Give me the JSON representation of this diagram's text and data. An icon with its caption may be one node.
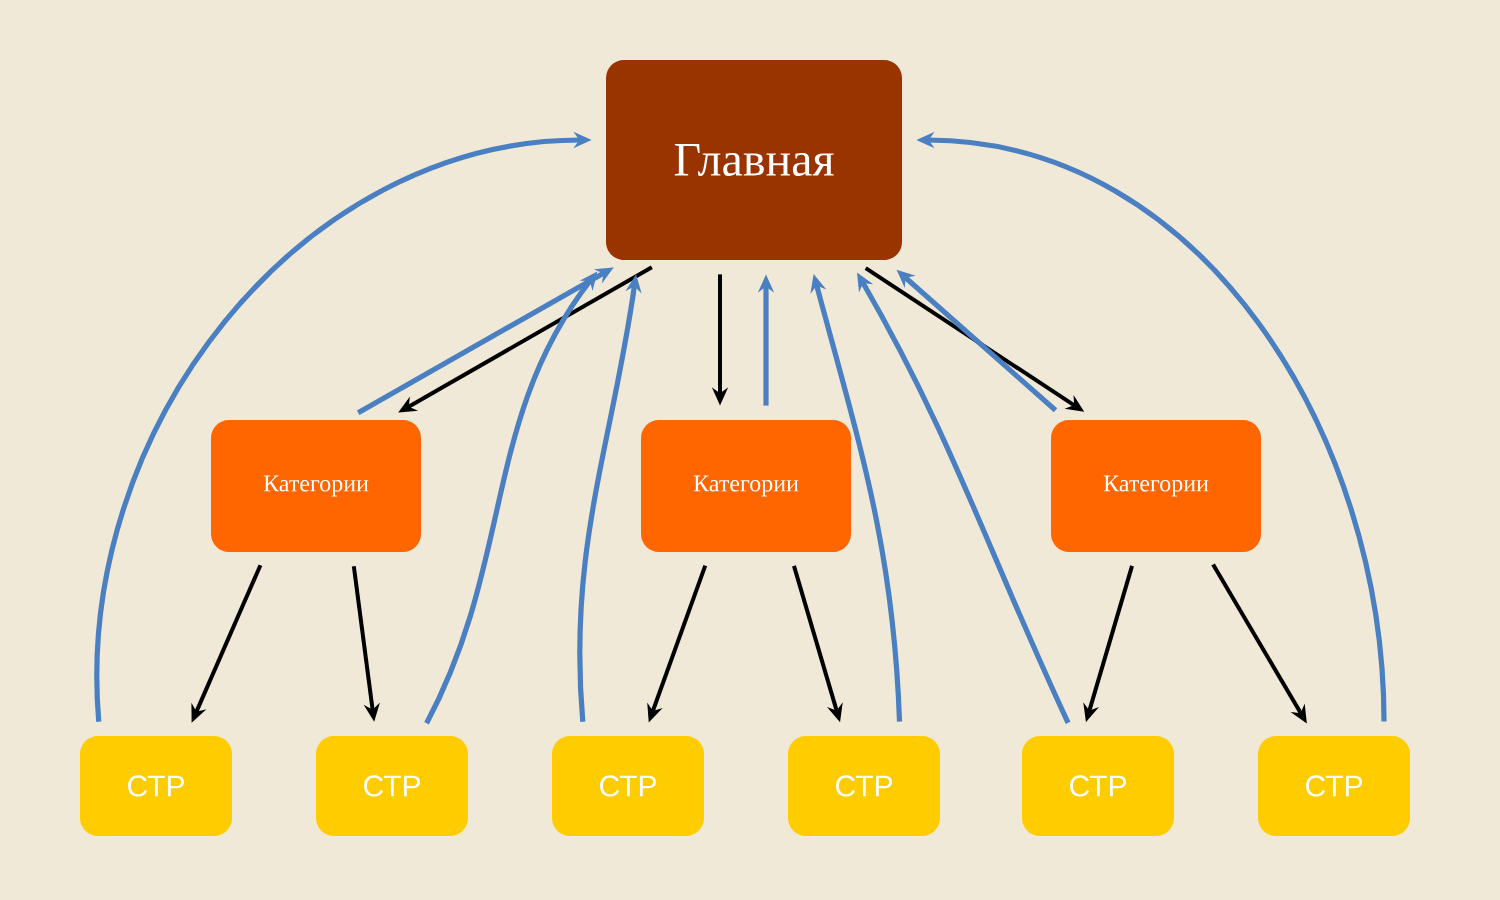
{
  "diagram": {
    "nodes": [
      {
        "text": [
          "Главная"
        ]
      },
      {
        "text": [
          "Категории"
        ]
      },
      {
        "text": [
          "Категории"
        ]
      },
      {
        "text": [
          "Категории"
        ]
      },
      {
        "text": [
          "СТР"
        ]
      },
      {
        "text": [
          "СТР"
        ]
      },
      {
        "text": [
          "СТР"
        ]
      },
      {
        "text": [
          "СТР"
        ]
      },
      {
        "text": [
          "СТР"
        ]
      },
      {
        "text": [
          "СТР"
        ]
      }
    ],
    "edges": [
      {
        "from": 0,
        "to": 1,
        "arrow": "to"
      },
      {
        "from": 1,
        "to": 0,
        "arrow": "to",
        "color": "#4a7fc1"
      },
      {
        "from": 0,
        "to": 2,
        "arrow": "to"
      },
      {
        "from": 2,
        "to": 0,
        "arrow": "to",
        "color": "#4a7fc1"
      },
      {
        "from": 0,
        "to": 3,
        "arrow": "to"
      },
      {
        "from": 3,
        "to": 0,
        "arrow": "to",
        "color": "#4a7fc1"
      },
      {
        "from": 1,
        "to": 4,
        "arrow": "to"
      },
      {
        "from": 1,
        "to": 5,
        "arrow": "to"
      },
      {
        "from": 2,
        "to": 6,
        "arrow": "to"
      },
      {
        "from": 2,
        "to": 7,
        "arrow": "to"
      },
      {
        "from": 3,
        "to": 8,
        "arrow": "to"
      },
      {
        "from": 3,
        "to": 9,
        "arrow": "to"
      },
      {
        "from": 4,
        "to": 0,
        "arrow": "to",
        "color": "#4a7fc1"
      },
      {
        "from": 5,
        "to": 0,
        "arrow": "to",
        "color": "#4a7fc1"
      },
      {
        "from": 6,
        "to": 0,
        "arrow": "to",
        "color": "#4a7fc1"
      },
      {
        "from": 7,
        "to": 0,
        "arrow": "to",
        "color": "#4a7fc1"
      },
      {
        "from": 8,
        "to": 0,
        "arrow": "to",
        "color": "#4a7fc1"
      },
      {
        "from": 9,
        "to": 0,
        "arrow": "to",
        "color": "#4a7fc1"
      }
    ]
  }
}
